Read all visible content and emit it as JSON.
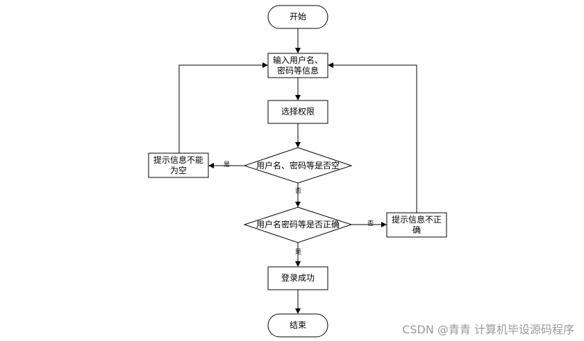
{
  "diagram": {
    "start": "开始",
    "input": "输入用户名、\n密码等信息",
    "select_permission": "选择权限",
    "decision_empty": "用户名、密码等是否空",
    "prompt_empty": "提示信息不能\n为空",
    "decision_correct": "用户名密码等是否正确",
    "prompt_incorrect": "提示信息不正\n确",
    "login_success": "登录成功",
    "end": "结束",
    "label_yes_1": "是",
    "label_no_1": "否",
    "label_no_2": "否",
    "label_yes_2": "是"
  },
  "watermark": "CSDN @青青  计算机毕设源码程序"
}
